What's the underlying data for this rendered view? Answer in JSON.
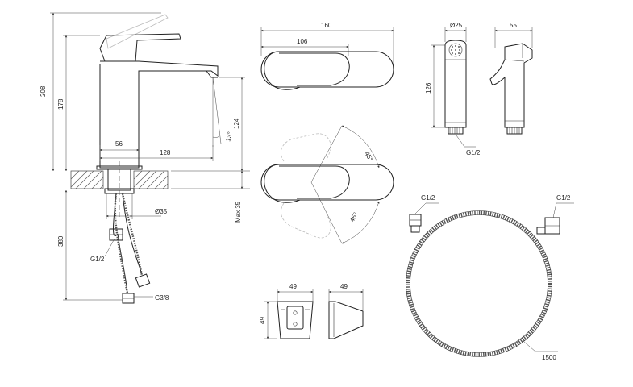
{
  "faucet": {
    "height_total": "208",
    "height_spout": "178",
    "spout_drop": "124",
    "base_width": "56",
    "reach": "128",
    "spout_angle": "13°",
    "countertop_max": "Max 35",
    "hole_diameter": "Ø35",
    "hose_length": "380",
    "thread_upper": "G1/2",
    "thread_lower": "G3/8"
  },
  "handle_top": {
    "overall_length": "160",
    "handle_length": "106"
  },
  "handle_rotation": {
    "angle_up": "45°",
    "angle_down": "45°"
  },
  "shower_head": {
    "diameter": "Ø25",
    "length": "126",
    "side_depth": "55",
    "thread": "G1/2"
  },
  "holder": {
    "front_width": "49",
    "front_height": "49",
    "side_width": "49"
  },
  "hose": {
    "thread_left": "G1/2",
    "thread_right": "G1/2",
    "length": "1500"
  }
}
